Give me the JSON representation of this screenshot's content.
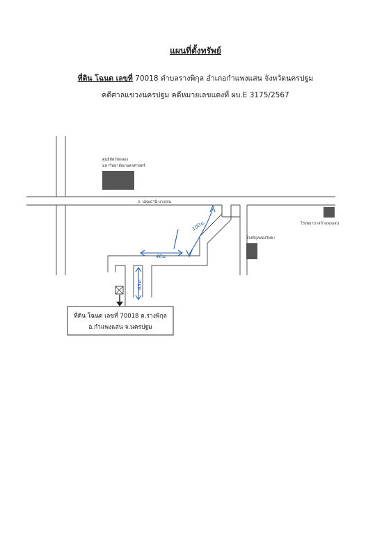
{
  "header": {
    "title": "แผนที่ตั้งทรัพย์",
    "line1_label": "ที่ดิน โฉนด เลขที่",
    "line1_rest": " 70018 ตำบลรางพิกุล อำเภอกำแพงแสน จังหวัดนครปฐม",
    "line2": "คดีศาลแขวงนครปฐม คดีหมายเลขแดงที่ ผบ.E 3175/2567"
  },
  "map": {
    "road_label": "ถ. ปทุมธานี-บางเลน",
    "landmarks": {
      "center_line1": "ศูนย์สัตว์ทดลอง",
      "center_line2": "มหาวิทยาลัยเกษตรศาสตร์",
      "hospital": "โรงพยาบาลกำแพงแสน",
      "school": "โรงพิกุลทองวิทยา"
    },
    "distances": {
      "d1": "100ม.",
      "d2": "40ม.",
      "d3": "65ม."
    },
    "target_box": {
      "line1": "ที่ดิน โฉนด เลขที่ 70018 ต.รางพิกุล",
      "line2": "อ.กำแพงแสน จ.นครปฐม"
    },
    "ink_color": "#1f5fb0",
    "building_color": "#555555"
  }
}
